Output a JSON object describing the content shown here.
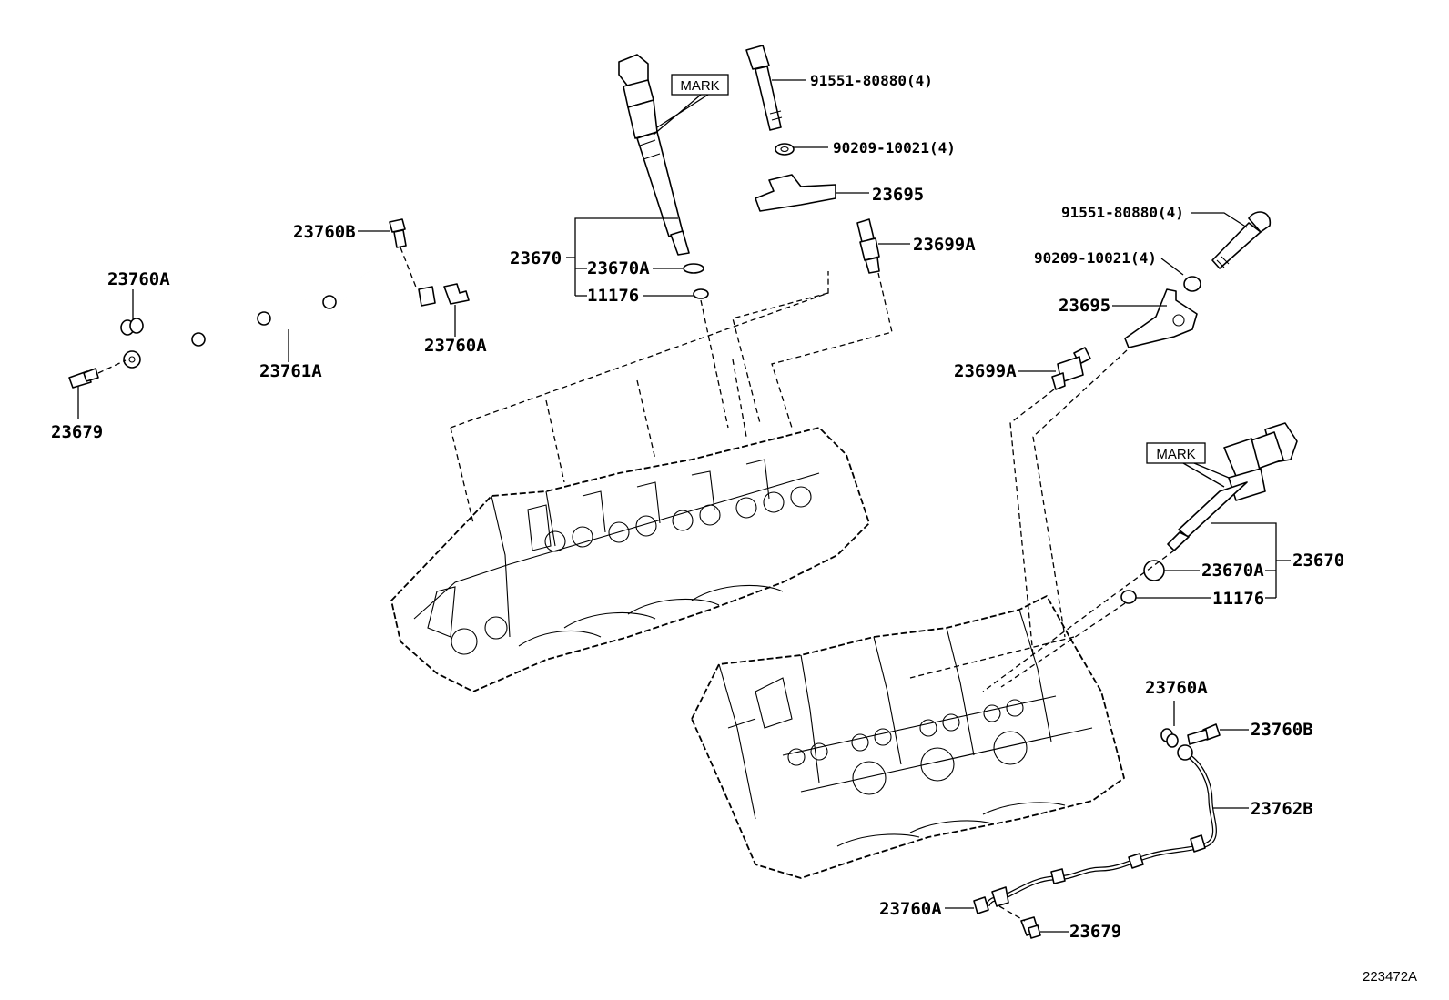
{
  "figure_id": "223472A",
  "mark_label": "MARK",
  "labels": {
    "bolt_a": "91551-80880(4)",
    "washer_a": "90209-10021(4)",
    "clamp_a": "23695",
    "bolt_b": "91551-80880(4)",
    "washer_b": "90209-10021(4)",
    "clamp_b": "23695",
    "sensor_a": "23699A",
    "sensor_b": "23699A",
    "injector_a": "23670",
    "oring_a": "23670A",
    "seal_a": "11176",
    "injector_b": "23670",
    "oring_b": "23670A",
    "seal_b": "11176",
    "pipe_bolt_a": "23760B",
    "pipe_gasket_a1": "23760A",
    "pipe_gasket_a2": "23760A",
    "pipe_a": "23761A",
    "union_bolt_a": "23679",
    "pipe_gasket_b1": "23760A",
    "pipe_bolt_b": "23760B",
    "pipe_b": "23762B",
    "pipe_gasket_b2": "23760A",
    "union_bolt_b": "23679"
  }
}
